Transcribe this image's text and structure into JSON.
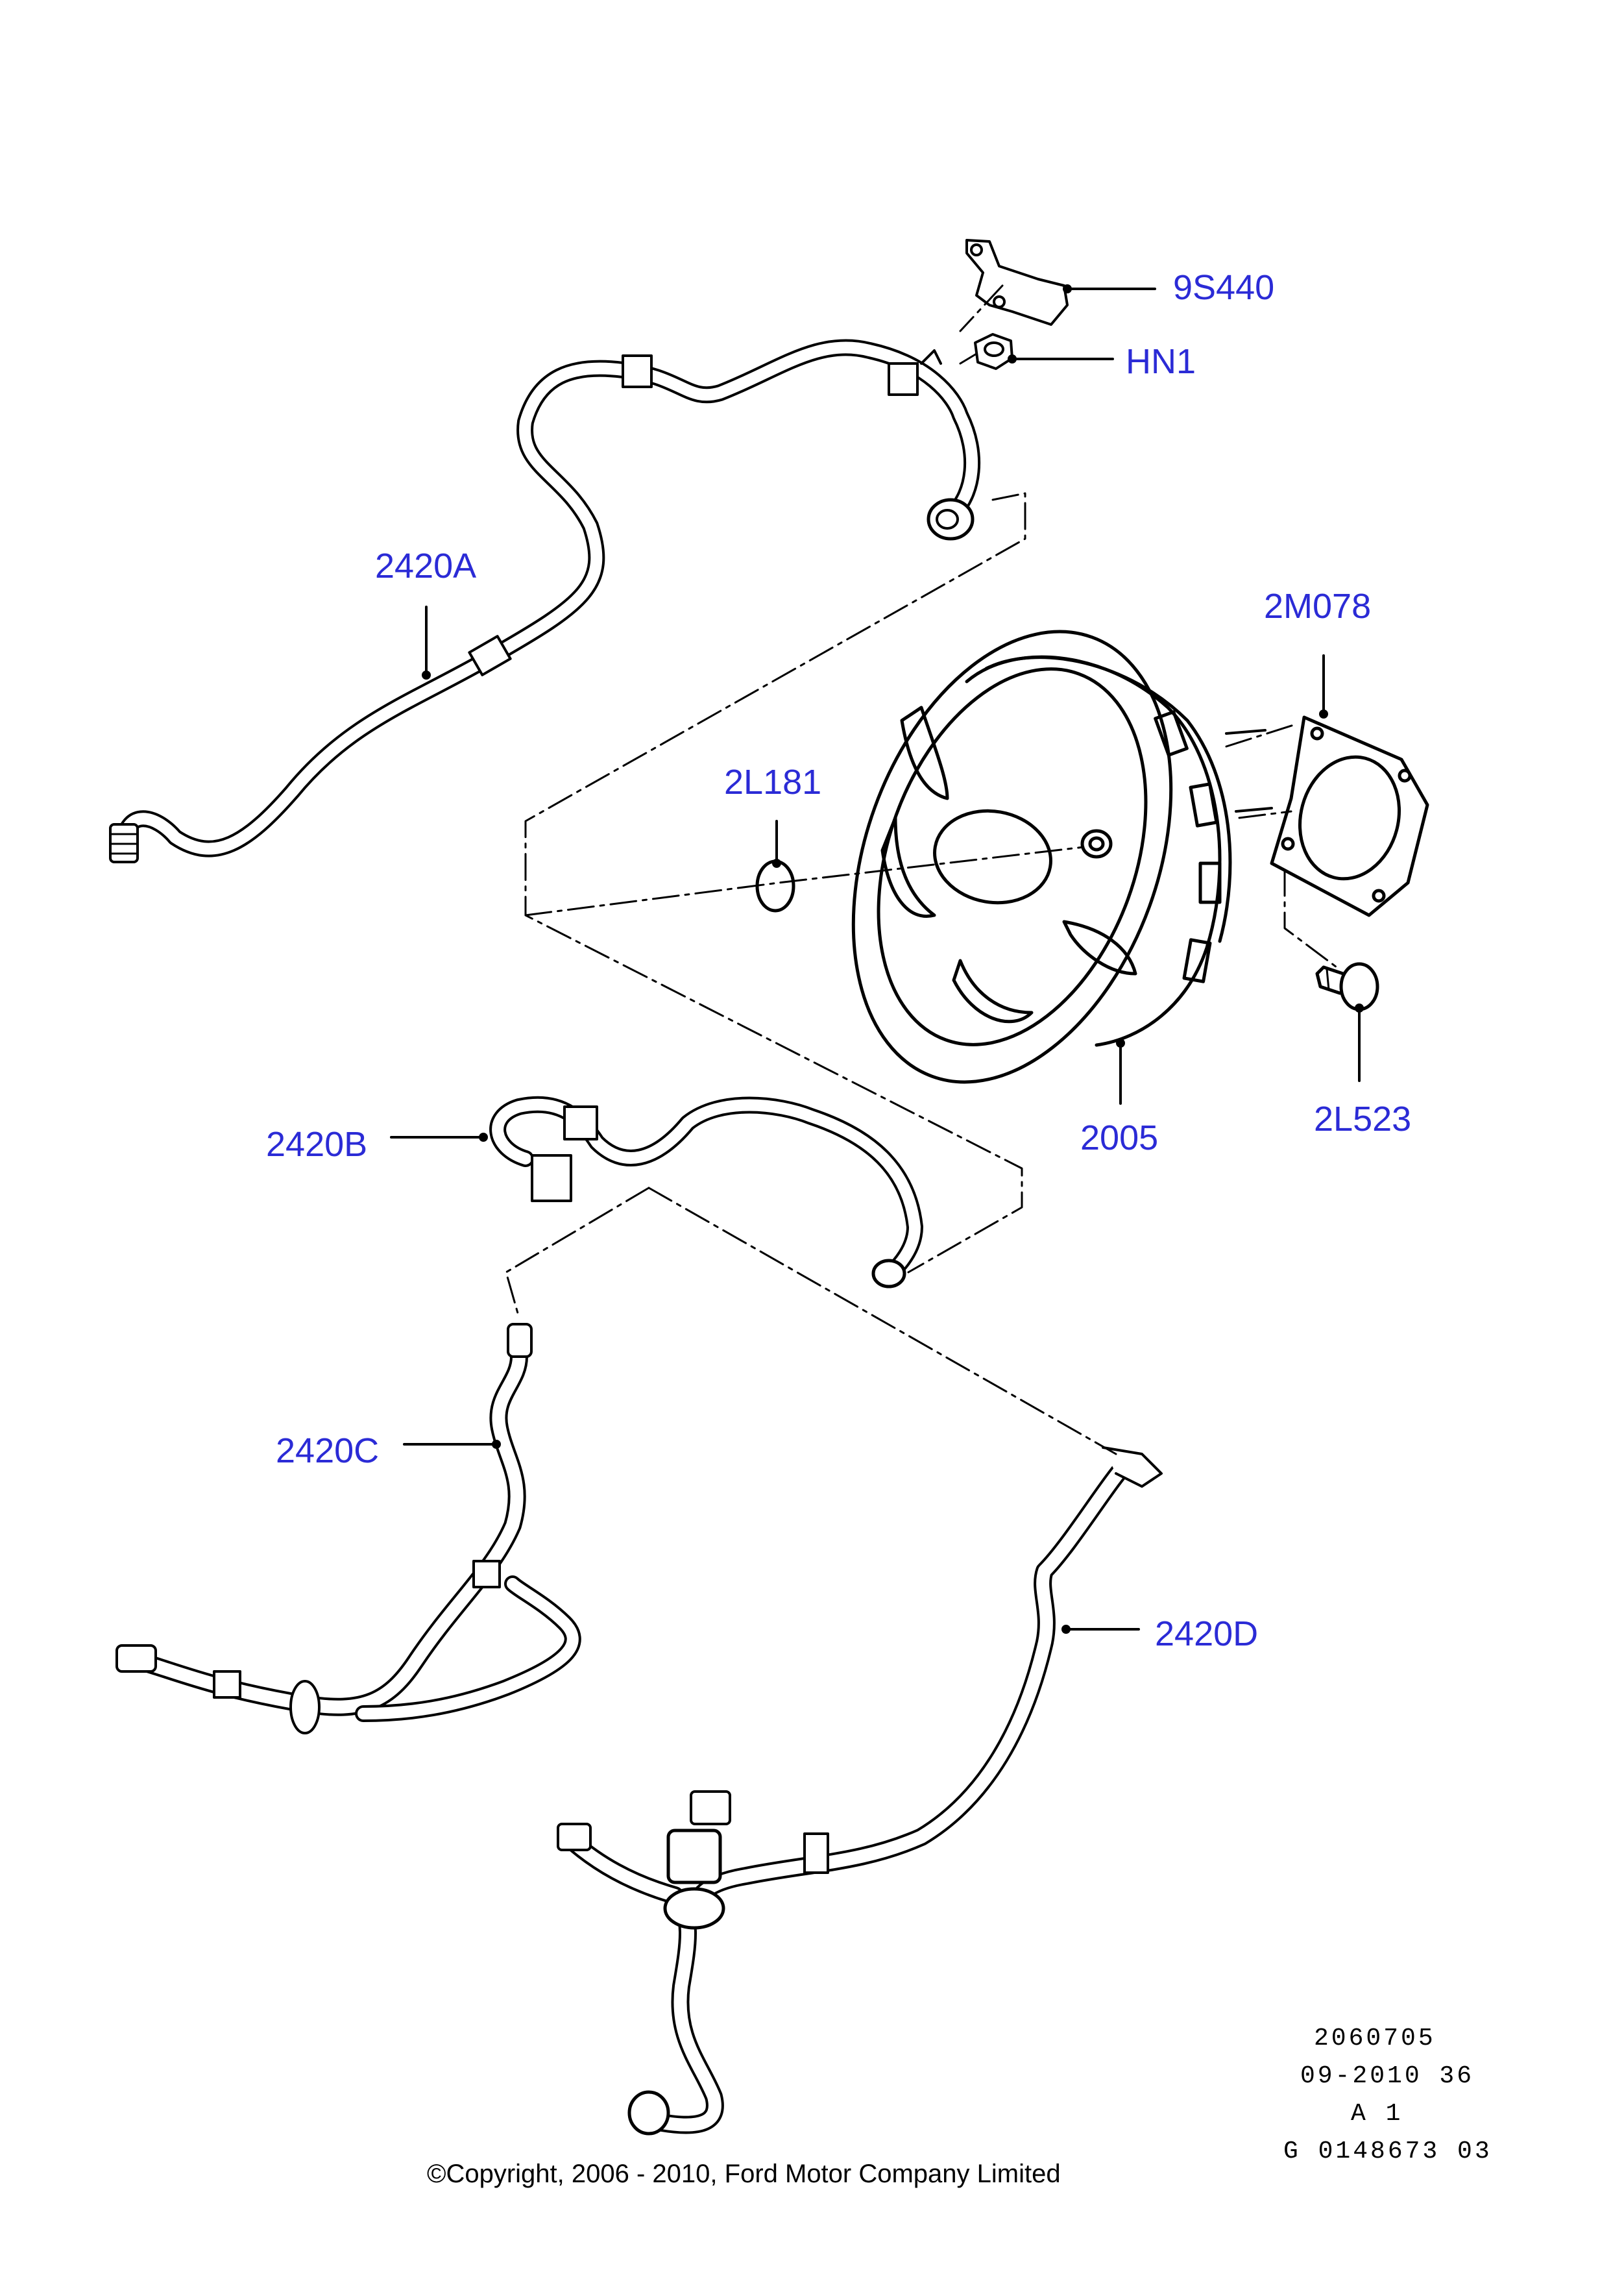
{
  "callouts": {
    "p9S440": "9S440",
    "pHN1": "HN1",
    "p2420A": "2420A",
    "p2M078": "2M078",
    "p2L181": "2L181",
    "p2420B": "2420B",
    "p2005": "2005",
    "p2L523": "2L523",
    "p2420C": "2420C",
    "p2420D": "2420D"
  },
  "meta": {
    "line1": "2060705",
    "line2": "09-2010 36",
    "line3": "A 1",
    "line4": "G 0148673 03"
  },
  "copyright": "©Copyright, 2006 - 2010, Ford Motor Company Limited",
  "colors": {
    "callout": "#2b2bd6",
    "line": "#000000",
    "background": "#ffffff"
  }
}
